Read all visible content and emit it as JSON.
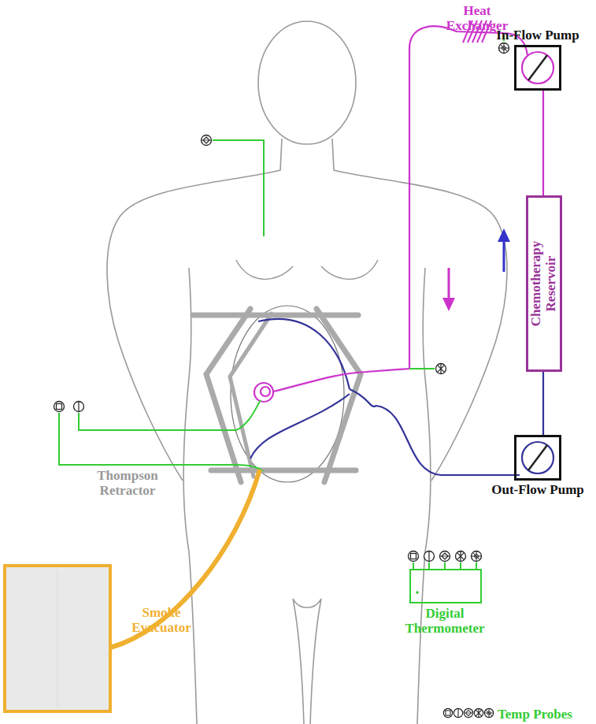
{
  "diagram": {
    "nodes": [
      {
        "text": [
          "In-Flow Pump"
        ]
      },
      {
        "text": [
          "Chemotherapy Reservoir"
        ]
      },
      {
        "text": [
          "Out-Flow Pump"
        ]
      },
      {
        "text": [
          "Digital Thermometer"
        ]
      }
    ],
    "edges": [
      {
        "from": 2,
        "to": 1,
        "arrow": "none"
      },
      {
        "from": 1,
        "to": 0,
        "arrow": "none"
      }
    ],
    "labels": [
      "Heat Exchanger",
      "Thompson Retractor",
      "Smoke Evacuator",
      "Temp Probes"
    ]
  }
}
